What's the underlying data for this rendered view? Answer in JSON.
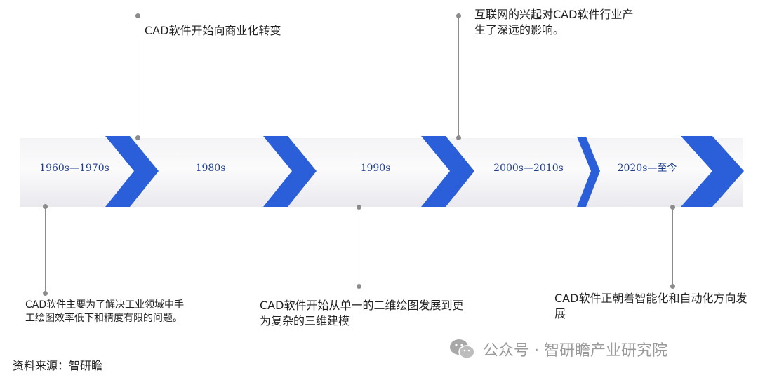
{
  "periods": [
    "1960s—1970s",
    "1980s",
    "1990s",
    "2000s—2010s",
    "2020s—至今"
  ],
  "notes": {
    "p1": "CAD软件主要为了解决工业领域中手工绘图效率低下和精度有限的问题。",
    "p2": "CAD软件开始向商业化转变",
    "p3": "CAD软件开始从单一的二维绘图发展到更为复杂的三维建模",
    "p4": "互联网的兴起对CAD软件行业产生了深远的影响。",
    "p5": "CAD软件正朝着智能化和自动化方向发展"
  },
  "source": "资料来源：智研瞻",
  "watermark": "公众号 · 智研瞻产业研究院",
  "colors": {
    "chevron": "#2b5fd9",
    "label": "#1f3f8f",
    "connector": "#8c8c8c"
  },
  "icons": {
    "watermark": "wechat-icon"
  }
}
